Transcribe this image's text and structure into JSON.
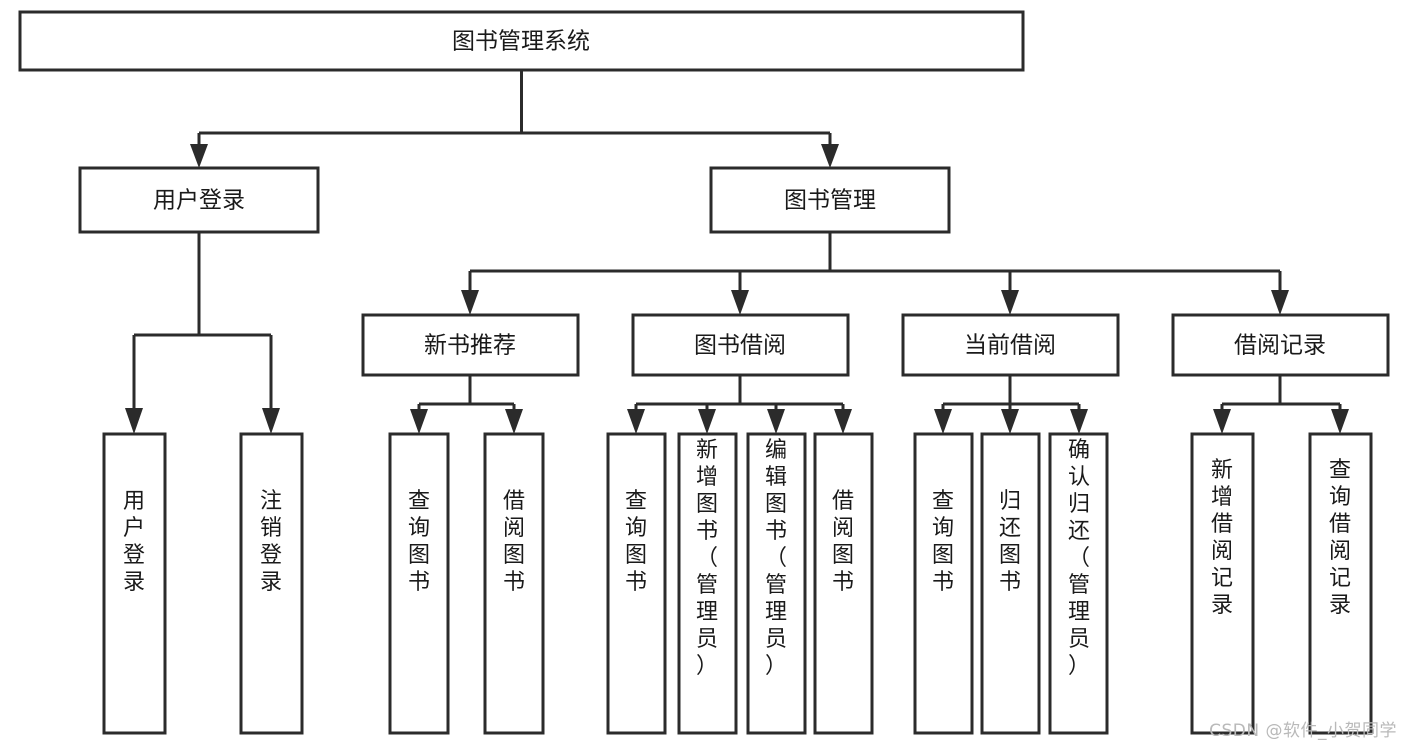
{
  "diagram": {
    "type": "tree-hierarchy-chart",
    "title": "图书管理系统",
    "orientation": "top-down",
    "colors": {
      "stroke": "#2b2b2b",
      "fill": "#ffffff",
      "text": "#1a1a1a",
      "watermark": "#b9b9b9",
      "background": "#ffffff"
    },
    "nodes": {
      "root": {
        "id": "root",
        "label": "图书管理系统",
        "level": 0,
        "orientation": "horizontal"
      },
      "l1": [
        {
          "id": "user-login",
          "label": "用户登录",
          "level": 1,
          "orientation": "horizontal"
        },
        {
          "id": "book-manage",
          "label": "图书管理",
          "level": 1,
          "orientation": "horizontal"
        }
      ],
      "l2": [
        {
          "id": "new-book-recommend",
          "label": "新书推荐",
          "level": 2,
          "orientation": "horizontal",
          "parent": "book-manage"
        },
        {
          "id": "book-borrow",
          "label": "图书借阅",
          "level": 2,
          "orientation": "horizontal",
          "parent": "book-manage"
        },
        {
          "id": "current-borrow",
          "label": "当前借阅",
          "level": 2,
          "orientation": "horizontal",
          "parent": "book-manage"
        },
        {
          "id": "borrow-record",
          "label": "借阅记录",
          "level": 2,
          "orientation": "horizontal",
          "parent": "book-manage"
        }
      ],
      "leaves": [
        {
          "id": "leaf-user-login",
          "label": "用户登录",
          "parent": "user-login",
          "orientation": "vertical"
        },
        {
          "id": "leaf-user-logout",
          "label": "注销登录",
          "parent": "user-login",
          "orientation": "vertical"
        },
        {
          "id": "leaf-query-book-1",
          "label": "查询图书",
          "parent": "new-book-recommend",
          "orientation": "vertical"
        },
        {
          "id": "leaf-borrow-book-1",
          "label": "借阅图书",
          "parent": "new-book-recommend",
          "orientation": "vertical"
        },
        {
          "id": "leaf-query-book-2",
          "label": "查询图书",
          "parent": "book-borrow",
          "orientation": "vertical"
        },
        {
          "id": "leaf-add-book",
          "label": "新增图书（管理员）",
          "parent": "book-borrow",
          "orientation": "vertical"
        },
        {
          "id": "leaf-edit-book",
          "label": "编辑图书（管理员）",
          "parent": "book-borrow",
          "orientation": "vertical"
        },
        {
          "id": "leaf-borrow-book-2",
          "label": "借阅图书",
          "parent": "book-borrow",
          "orientation": "vertical"
        },
        {
          "id": "leaf-query-book-3",
          "label": "查询图书",
          "parent": "current-borrow",
          "orientation": "vertical"
        },
        {
          "id": "leaf-return-book",
          "label": "归还图书",
          "parent": "current-borrow",
          "orientation": "vertical"
        },
        {
          "id": "leaf-confirm-return",
          "label": "确认归还（管理员）",
          "parent": "current-borrow",
          "orientation": "vertical"
        },
        {
          "id": "leaf-add-record",
          "label": "新增借阅记录",
          "parent": "borrow-record",
          "orientation": "vertical"
        },
        {
          "id": "leaf-query-record",
          "label": "查询借阅记录",
          "parent": "borrow-record",
          "orientation": "vertical"
        }
      ]
    }
  },
  "watermark": {
    "text": "CSDN @软件_小贺同学"
  }
}
